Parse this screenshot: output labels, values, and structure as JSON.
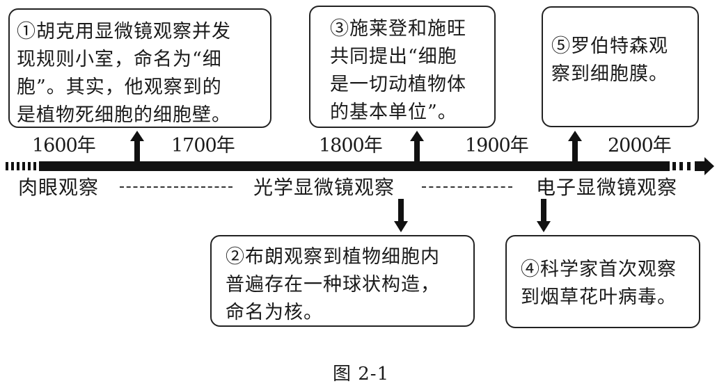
{
  "diagram": {
    "type": "timeline",
    "caption": "图 2-1",
    "years": [
      "1600年",
      "1700年",
      "1800年",
      "1900年",
      "2000年"
    ],
    "eras": [
      "肉眼观察",
      "光学显微镜观察",
      "电子显微镜观察"
    ],
    "events": [
      {
        "id": 1,
        "position": "above",
        "lines": [
          "①胡克用显微镜观察并发",
          "现规则小室，命名为“细",
          "胞”。其实，他观察到的",
          "是植物死细胞的细胞壁。"
        ]
      },
      {
        "id": 2,
        "position": "below",
        "lines": [
          "②布朗观察到植物细胞内",
          "普遍存在一种球状构造，",
          "命名为核。"
        ]
      },
      {
        "id": 3,
        "position": "above",
        "lines": [
          "③施莱登和施旺",
          "共同提出“细胞",
          "是一切动植物体",
          "的基本单位”。"
        ]
      },
      {
        "id": 4,
        "position": "below",
        "lines": [
          "④科学家首次观察",
          "到烟草花叶病毒。"
        ]
      },
      {
        "id": 5,
        "position": "above",
        "lines": [
          "⑤罗伯特森观",
          "察到细胞膜。"
        ]
      }
    ]
  }
}
